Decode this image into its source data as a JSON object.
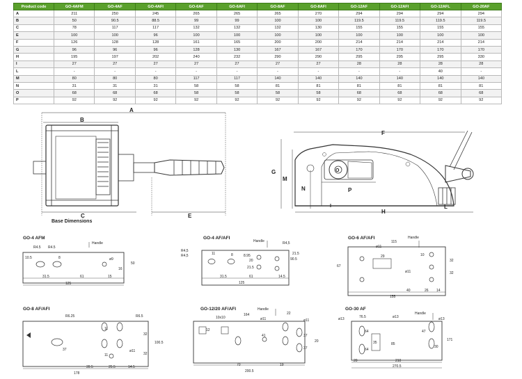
{
  "spec_table": {
    "header_label": "Product code",
    "columns": [
      "GO-4AFM",
      "GO-4AF",
      "GO-4AFI",
      "GO-6AF",
      "GO-6AFI",
      "GO-8AF",
      "GO-8AFI",
      "GO-12AF",
      "GO-12AFI",
      "GO-12AFL",
      "GO-20AF"
    ],
    "rows": [
      {
        "label": "A",
        "values": [
          "211",
          "250",
          "245",
          "265",
          "265",
          "265",
          "270",
          "294",
          "294",
          "294",
          "294"
        ]
      },
      {
        "label": "B",
        "values": [
          "50",
          "90.5",
          "88.5",
          "99",
          "99",
          "100",
          "100",
          "119.5",
          "119.5",
          "119.5",
          "119.5"
        ]
      },
      {
        "label": "C",
        "values": [
          "78",
          "117",
          "117",
          "132",
          "132",
          "132",
          "130",
          "155",
          "155",
          "155",
          "155"
        ]
      },
      {
        "label": "E",
        "values": [
          "100",
          "100",
          "96",
          "100",
          "100",
          "100",
          "100",
          "100",
          "100",
          "100",
          "100"
        ]
      },
      {
        "label": "F",
        "values": [
          "126",
          "128",
          "128",
          "161",
          "165",
          "200",
          "200",
          "214",
          "214",
          "214",
          "214"
        ]
      },
      {
        "label": "G",
        "values": [
          "96",
          "96",
          "96",
          "128",
          "130",
          "167",
          "167",
          "170",
          "170",
          "170",
          "170"
        ]
      },
      {
        "label": "H",
        "values": [
          "195",
          "197",
          "202",
          "240",
          "232",
          "290",
          "290",
          "295",
          "295",
          "295",
          "330"
        ]
      },
      {
        "label": "I",
        "values": [
          "27",
          "27",
          "27",
          "27",
          "27",
          "27",
          "27",
          "28",
          "28",
          "28",
          "28"
        ]
      },
      {
        "label": "L",
        "values": [
          "-",
          "-",
          "-",
          "-",
          "-",
          "-",
          "-",
          "-",
          "-",
          "40",
          "-"
        ]
      },
      {
        "label": "M",
        "values": [
          "80",
          "80",
          "80",
          "117",
          "117",
          "140",
          "140",
          "140",
          "140",
          "140",
          "140"
        ]
      },
      {
        "label": "N",
        "values": [
          "31",
          "31",
          "31",
          "58",
          "58",
          "81",
          "81",
          "81",
          "81",
          "81",
          "81"
        ]
      },
      {
        "label": "O",
        "values": [
          "68",
          "68",
          "68",
          "58",
          "58",
          "58",
          "58",
          "68",
          "68",
          "68",
          "68"
        ]
      },
      {
        "label": "P",
        "values": [
          "92",
          "92",
          "92",
          "92",
          "92",
          "92",
          "92",
          "92",
          "92",
          "92",
          "92"
        ]
      }
    ]
  },
  "base_drawing": {
    "title": "Base Dimensions",
    "labels": {
      "a": "A",
      "b": "B",
      "c": "C",
      "e": "E"
    }
  },
  "side_drawing": {
    "labels": {
      "f": "F",
      "g": "G",
      "m": "M",
      "n": "N",
      "o": "O",
      "p": "P",
      "i": "I",
      "h": "H",
      "l": "L"
    }
  },
  "hole_patterns": {
    "go4afm": {
      "title": "GO-4 AFM",
      "handle": "Handle",
      "r1": "R4.5",
      "r2": "R4.5",
      "d1": "10.5",
      "d2": "8",
      "d3": "ø9",
      "d4": "50",
      "d5": "16",
      "b1": "31.5",
      "b2": "61",
      "b3": "15",
      "b4": "125"
    },
    "go4af": {
      "title": "GO-4 AF/AFI",
      "handle": "Handle",
      "r1": "R4,5",
      "r2": "R4,5",
      "r3": "R4,5",
      "d1": "11",
      "d2": "8",
      "d3": "8.95",
      "d4": "20",
      "d5": "21.5",
      "d6": "21.5",
      "d7": "90.5",
      "b1": "31.5",
      "b2": "61",
      "b3": "14.5",
      "b4": "125"
    },
    "go6af": {
      "title": "GO-6 AF/AFI",
      "handle": "Handle",
      "d1": "115",
      "d2": "ø11",
      "d3": "29",
      "d4": "10",
      "d5": "67",
      "d6": "32",
      "d7": "32",
      "d8": "ø11",
      "b1": "40",
      "b2": "26",
      "b3": "14",
      "b4": "155"
    },
    "go8af": {
      "title": "GO-8 AF/AFI",
      "r1": "R6.25",
      "r2": "R6.5",
      "d1": "11",
      "d2": "32",
      "d3": "100.5",
      "d4": "32",
      "d5": "37",
      "d6": "11",
      "d7": "ø11",
      "b1": "39.5",
      "b2": "25.5",
      "b3": "14.5",
      "b4": "178"
    },
    "go12af": {
      "title": "GO-12/20 AF/AFI",
      "handle": "Handle",
      "d1": "164",
      "d2": "10x10",
      "d3": "ø11",
      "d4": "22",
      "d5": "ø11",
      "d6": "12",
      "d7": "41",
      "d8": "37",
      "d9": "37",
      "d10": "20",
      "b1": "70",
      "b2": "19",
      "b3": "200.5"
    },
    "go30af": {
      "title": "GO-30 AF",
      "handle": "Handle",
      "d1": "ø13",
      "d2": "76.5",
      "d3": "ø13",
      "d4": "64",
      "d5": "64",
      "d6": "ø13",
      "d7": "35",
      "d8": "85",
      "d9": "47",
      "d10": "30",
      "d11": "171",
      "b1": "20",
      "b2": "210",
      "b3": "270.5"
    }
  }
}
